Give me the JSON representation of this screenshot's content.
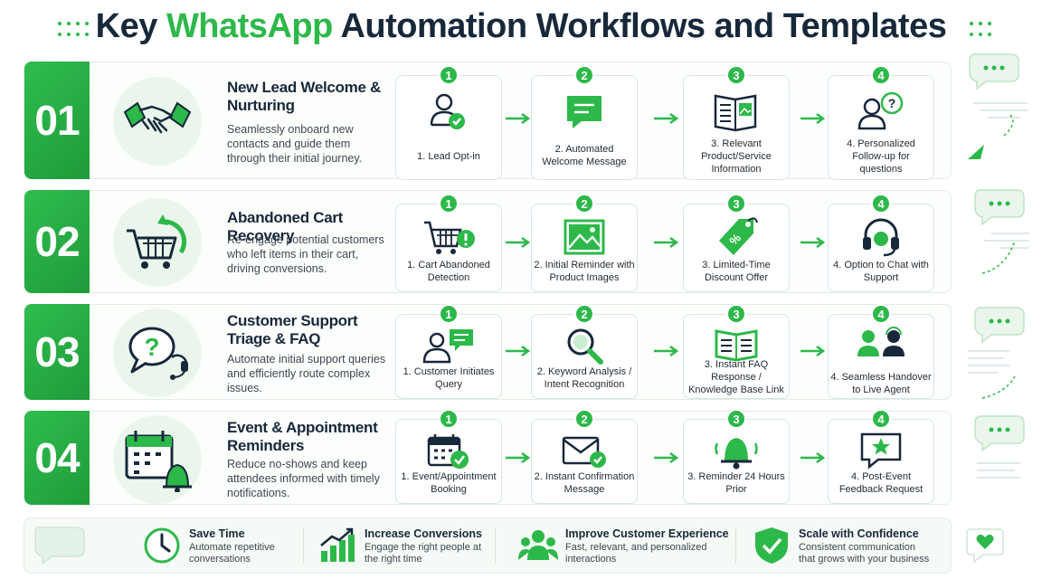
{
  "title": {
    "prefix": "Key ",
    "accent": "WhatsApp",
    "suffix": " Automation Workflows and Templates"
  },
  "colors": {
    "brand_green": "#2db84a",
    "dark_green": "#1f9b3a",
    "text_dark": "#17283a",
    "panel_bg": "#eaf6ec"
  },
  "workflows": [
    {
      "number": "01",
      "title": "New Lead Welcome & Nurturing",
      "description": "Seamlessly onboard new contacts and guide them through their initial journey.",
      "hero_icon": "handshake-icon",
      "steps": [
        {
          "badge": "1",
          "icon": "user-check-icon",
          "label": "1. Lead Opt-in"
        },
        {
          "badge": "2",
          "icon": "chat-bubble-icon",
          "label": "2. Automated Welcome Message"
        },
        {
          "badge": "3",
          "icon": "open-book-icon",
          "label": "3. Relevant Product/Service Information"
        },
        {
          "badge": "4",
          "icon": "user-question-icon",
          "label": "4. Personalized Follow-up for questions"
        }
      ]
    },
    {
      "number": "02",
      "title": "Abandoned Cart Recovery",
      "description": "Re-engage potential customers who left items in their cart, driving conversions.",
      "hero_icon": "shopping-cart-return-icon",
      "steps": [
        {
          "badge": "1",
          "icon": "cart-alert-icon",
          "label": "1. Cart Abandoned Detection"
        },
        {
          "badge": "2",
          "icon": "image-icon",
          "label": "2. Initial Reminder with Product Images"
        },
        {
          "badge": "3",
          "icon": "discount-tag-icon",
          "label": "3. Limited-Time Discount Offer"
        },
        {
          "badge": "4",
          "icon": "headset-icon",
          "label": "4. Option to Chat with Support"
        }
      ]
    },
    {
      "number": "03",
      "title": "Customer Support Triage & FAQ",
      "description": "Automate initial support queries and efficiently route complex issues.",
      "hero_icon": "question-bubble-headset-icon",
      "steps": [
        {
          "badge": "1",
          "icon": "user-message-icon",
          "label": "1. Customer Initiates Query"
        },
        {
          "badge": "2",
          "icon": "magnifier-icon",
          "label": "2. Keyword Analysis / Intent Recognition"
        },
        {
          "badge": "3",
          "icon": "book-icon",
          "label": "3. Instant FAQ Response / Knowledge Base Link"
        },
        {
          "badge": "4",
          "icon": "agent-handover-icon",
          "label": "4. Seamless Handover to Live Agent"
        }
      ]
    },
    {
      "number": "04",
      "title": "Event & Appointment Reminders",
      "description": "Reduce no-shows and keep attendees informed with timely notifications.",
      "hero_icon": "calendar-bell-icon",
      "steps": [
        {
          "badge": "1",
          "icon": "calendar-check-icon",
          "label": "1. Event/Appointment Booking"
        },
        {
          "badge": "2",
          "icon": "envelope-check-icon",
          "label": "2. Instant Confirmation Message"
        },
        {
          "badge": "3",
          "icon": "bell-icon",
          "label": "3. Reminder 24 Hours Prior"
        },
        {
          "badge": "4",
          "icon": "star-bubble-icon",
          "label": "4. Post-Event Feedback Request"
        }
      ]
    }
  ],
  "benefits": [
    {
      "icon": "clock-icon",
      "title": "Save Time",
      "description": "Automate repetitive conversations"
    },
    {
      "icon": "bar-chart-icon",
      "title": "Increase Conversions",
      "description": "Engage the right people at the right time"
    },
    {
      "icon": "people-icon",
      "title": "Improve Customer Experience",
      "description": "Fast, relevant, and personalized interactions"
    },
    {
      "icon": "shield-check-icon",
      "title": "Scale with Confidence",
      "description": "Consistent communication that grows with your business"
    }
  ]
}
